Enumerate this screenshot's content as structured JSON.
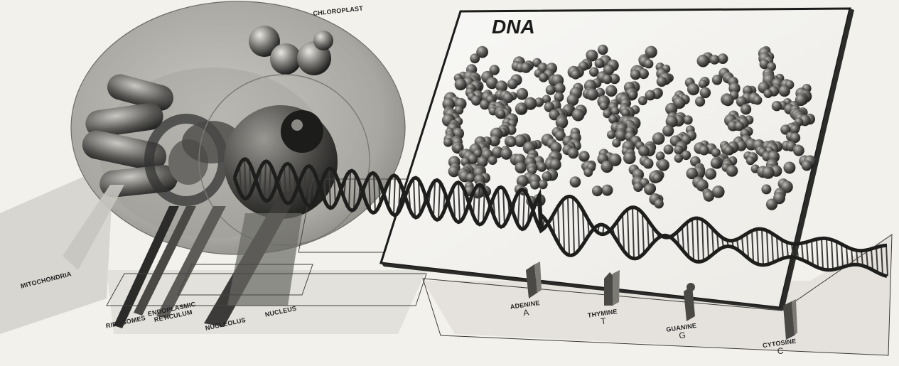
{
  "title": "DNA",
  "labels": {
    "chloroplast": "CHLOROPLAST",
    "mitochondria": "MITOCHONDRIA",
    "ribosomes": "RIBOSOMES",
    "endoplasmic_line1": "ENDOPLASMIC",
    "endoplasmic_line2": "RETICULUM",
    "nucleolus": "NUCLEOLUS",
    "nucleus": "NUCLEUS"
  },
  "bases": [
    {
      "name": "ADENINE",
      "letter": "A"
    },
    {
      "name": "THYMINE",
      "letter": "T"
    },
    {
      "name": "GUANINE",
      "letter": "G"
    },
    {
      "name": "CYTOSINE",
      "letter": "C"
    }
  ]
}
